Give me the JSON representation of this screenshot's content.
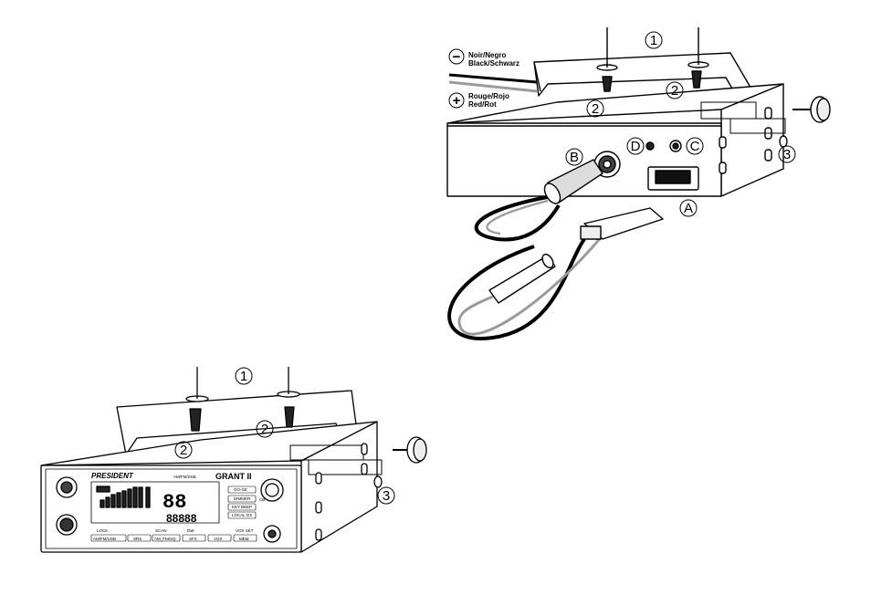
{
  "top_view": {
    "callouts": {
      "bracket": "1",
      "screw_left": "2",
      "screw_right": "2",
      "washer": "3",
      "port_a": "A",
      "port_b": "B",
      "port_c": "C",
      "port_d": "D"
    },
    "wires": {
      "negative_symbol": "−",
      "negative_line1": "Noir/Negro",
      "negative_line2": "Black/Schwarz",
      "positive_symbol": "+",
      "positive_line1": "Rouge/Rojo",
      "positive_line2": "Red/Rot"
    }
  },
  "bottom_view": {
    "callouts": {
      "bracket": "1",
      "screw_left": "2",
      "screw_right": "2",
      "washer": "3"
    },
    "radio": {
      "brand": "PRESIDENT",
      "mode": "AM/FM/SSB",
      "model": "GRANT II",
      "channel_digits": "88",
      "frequency_digits": "88888",
      "buttons": [
        "LOCK",
        "SCAN",
        "DW",
        "VOX SET",
        "AM/FM/USB",
        "SRS",
        "AM_FM/SQ",
        "SFS",
        "VOX",
        "MEM"
      ],
      "side_labels": [
        "CB",
        "GO-GE",
        "DIMMER",
        "KEY BEEP",
        "LOCAL DX"
      ]
    }
  },
  "colors": {
    "line": "#000000",
    "wire_gray": "#9a9a9a",
    "face": "#ffffff"
  }
}
